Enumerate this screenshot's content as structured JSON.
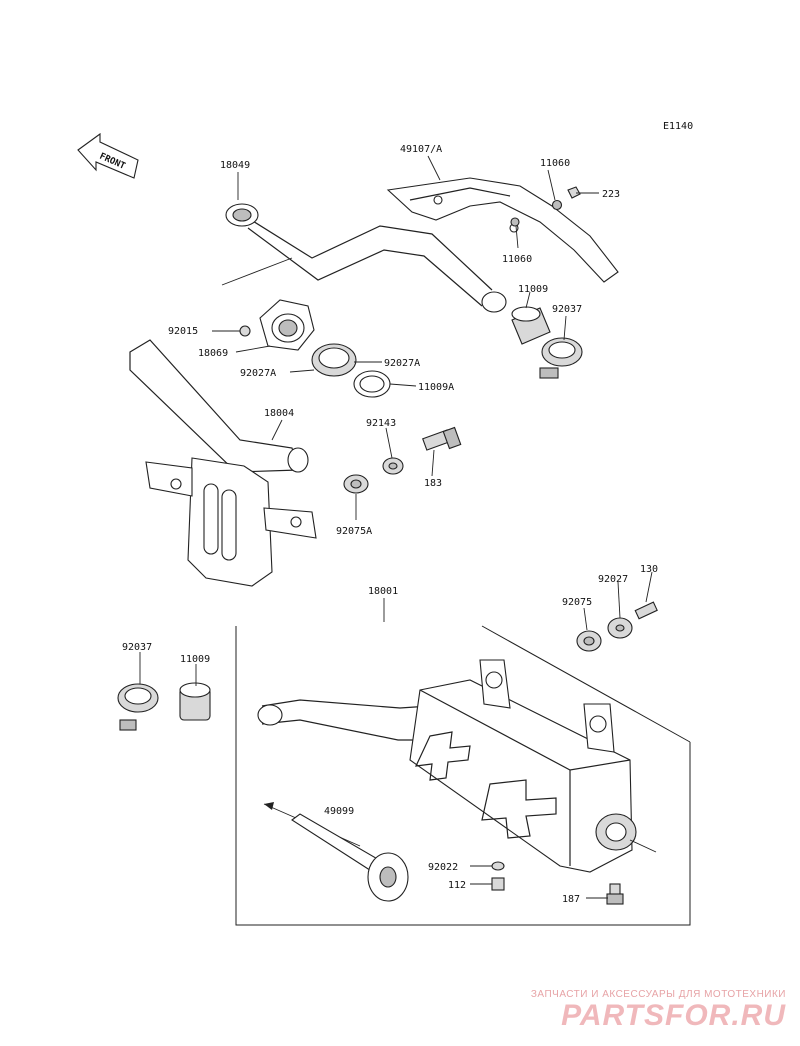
{
  "code": "E1140",
  "front_label": "FRONT",
  "watermark": {
    "tagline": "ЗАПЧАСТИ И АКСЕССУАРЫ ДЛЯ МОТОТЕХНИКИ",
    "logo": "PARTSFOR.RU"
  },
  "labels": {
    "l18049": "18049",
    "l49107": "49107/A",
    "l11060a": "11060",
    "l223": "223",
    "l11060b": "11060",
    "l11009a": "11009",
    "l92037a": "92037",
    "l92015": "92015",
    "l18069": "18069",
    "l92027Ar": "92027A",
    "l92027Al": "92027A",
    "l11009A": "11009A",
    "l18004": "18004",
    "l92143": "92143",
    "l183": "183",
    "l92075A": "92075A",
    "l18001": "18001",
    "l130": "130",
    "l92027": "92027",
    "l92075": "92075",
    "l92037b": "92037",
    "l11009b": "11009",
    "l49099": "49099",
    "l92022": "92022",
    "l112": "112",
    "l187": "187"
  },
  "colors": {
    "line": "#222222",
    "part_fill": "#d9d9d9",
    "watermark": "#f0b8bb"
  }
}
